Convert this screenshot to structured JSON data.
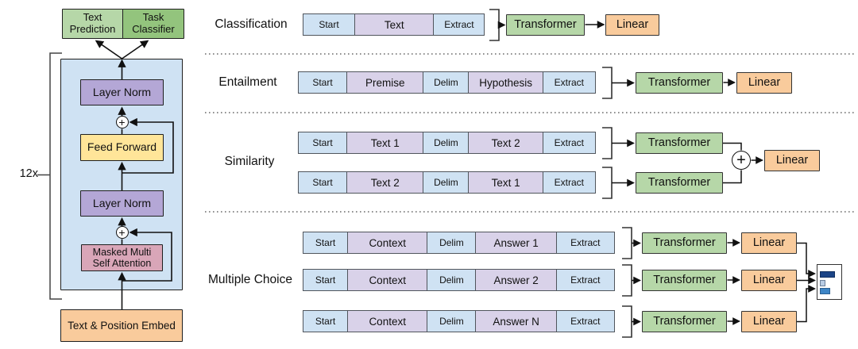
{
  "architecture": {
    "outputs": [
      "Text Prediction",
      "Task Classifier"
    ],
    "loop_count": "12x",
    "layer_norm_top": "Layer Norm",
    "feed_forward": "Feed Forward",
    "layer_norm_bottom": "Layer Norm",
    "attention": "Masked Multi\nSelf Attention",
    "embed": "Text & Position Embed"
  },
  "symbols": {
    "plus": "+"
  },
  "blocks": {
    "transformer": "Transformer",
    "linear": "Linear"
  },
  "tasks": [
    {
      "label": "Classification",
      "strips": [
        [
          "Start",
          "Text",
          "Extract"
        ]
      ]
    },
    {
      "label": "Entailment",
      "strips": [
        [
          "Start",
          "Premise",
          "Delim",
          "Hypothesis",
          "Extract"
        ]
      ]
    },
    {
      "label": "Similarity",
      "strips": [
        [
          "Start",
          "Text 1",
          "Delim",
          "Text 2",
          "Extract"
        ],
        [
          "Start",
          "Text 2",
          "Delim",
          "Text 1",
          "Extract"
        ]
      ]
    },
    {
      "label": "Multiple Choice",
      "strips": [
        [
          "Start",
          "Context",
          "Delim",
          "Answer 1",
          "Extract"
        ],
        [
          "Start",
          "Context",
          "Delim",
          "Answer 2",
          "Extract"
        ],
        [
          "Start",
          "Context",
          "Delim",
          "Answer N",
          "Extract"
        ]
      ]
    }
  ],
  "multiple_choice_output": {
    "bar_relative_lengths": [
      1.0,
      0.35,
      0.65
    ],
    "bar_colors": [
      "#1c4587",
      "#b8cce4",
      "#3d85c6"
    ]
  },
  "colors": {
    "container_blue": "#cfe2f3",
    "token_blue": "#cfe2f3",
    "token_lavender": "#d9d2e9",
    "layer_norm_purple": "#b4a7d6",
    "feed_forward_yellow": "#ffe599",
    "attention_pink": "#d9a6b8",
    "embed_orange": "#f9cb9c",
    "linear_orange": "#f9cb9c",
    "transformer_green": "#b6d7a8",
    "text_prediction_green": "#b6d7a8",
    "task_classifier_green": "#93c47d",
    "dotted_separator": "#8f8f8f"
  }
}
